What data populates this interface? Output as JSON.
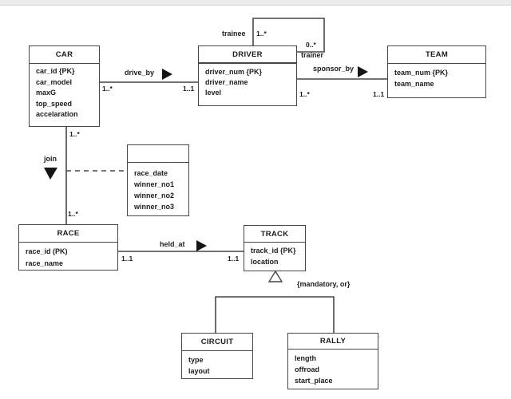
{
  "colors": {
    "background": "#ffffff",
    "line": "#474747",
    "text": "#1c1c1c",
    "top_band": "#ebebeb"
  },
  "entities": {
    "car": {
      "title": "CAR",
      "attributes": [
        "car_id {PK}",
        "car_model",
        "maxG",
        "top_speed",
        "accelaration"
      ]
    },
    "driver": {
      "title": "DRIVER",
      "attributes": [
        "driver_num {PK}",
        "driver_name",
        "level"
      ]
    },
    "team": {
      "title": "TEAM",
      "attributes": [
        "team_num {PK}",
        "team_name"
      ]
    },
    "assoc": {
      "title": "",
      "attributes": [
        "race_date",
        "winner_no1",
        "winner_no2",
        "winner_no3"
      ]
    },
    "race": {
      "title": "RACE",
      "attributes": [
        "race_id (PK)",
        "race_name"
      ]
    },
    "track": {
      "title": "TRACK",
      "attributes": [
        "track_id {PK}",
        "location"
      ]
    },
    "circuit": {
      "title": "CIRCUIT",
      "attributes": [
        "type",
        "layout"
      ]
    },
    "rally": {
      "title": "RALLY",
      "attributes": [
        "length",
        "offroad",
        "start_place"
      ]
    }
  },
  "relationships": {
    "drive_by": {
      "label": "drive_by",
      "card_left": "1..*",
      "card_right": "1..1"
    },
    "sponsor_by": {
      "label": "sponsor_by",
      "card_left": "1..*",
      "card_right": "1..1"
    },
    "held_at": {
      "label": "held_at",
      "card_left": "1..1",
      "card_right": "1..1"
    },
    "join": {
      "label": "join",
      "card_top": "1..*",
      "card_bottom": "1..*"
    },
    "training": {
      "trainee_label": "trainee",
      "trainee_card": "1..*",
      "trainer_card": "0..*",
      "trainer_label": "trainer"
    },
    "specialization": {
      "constraint": "{mandatory, or}"
    }
  }
}
